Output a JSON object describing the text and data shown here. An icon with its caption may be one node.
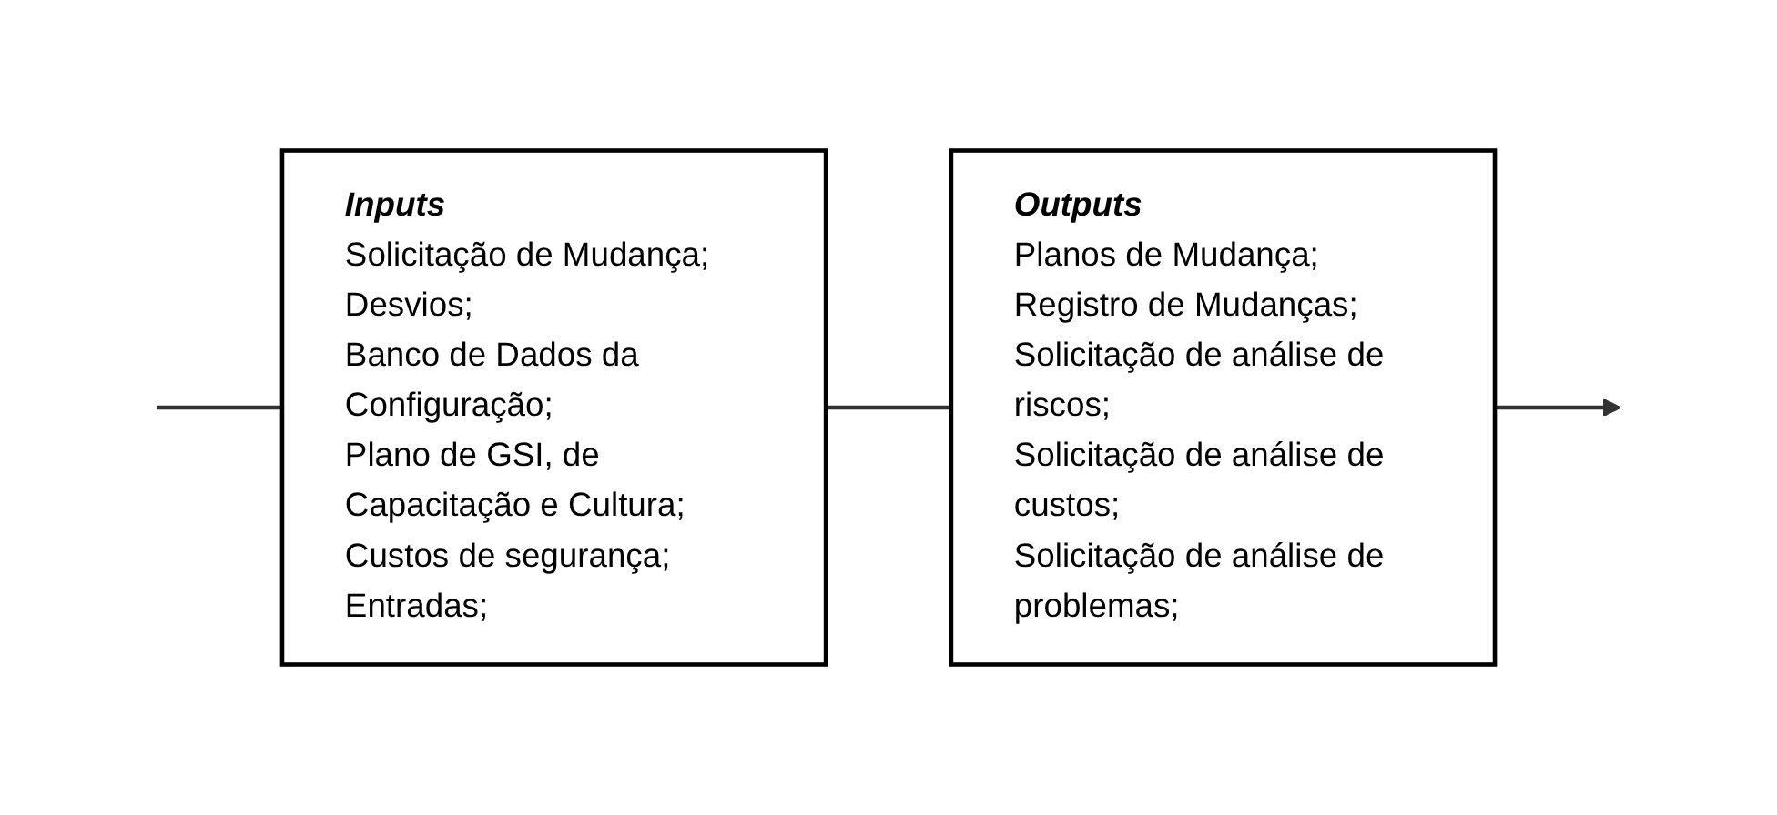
{
  "diagram": {
    "nodes": [
      {
        "text": [
          "Inputs",
          "Solicitação de Mudança;",
          "Desvios;",
          "Banco de Dados da Configuração;",
          "Plano de GSI, de Capacitação e Cultura;",
          "Custos de segurança;",
          "Entradas;"
        ]
      },
      {
        "text": [
          "Outputs",
          "Planos de Mudança;",
          "Registro de Mudanças;",
          "Solicitação de análise de riscos;",
          "Solicitação de análise de custos;",
          "Solicitação de análise de problemas;"
        ]
      }
    ],
    "edges": [
      {
        "from": null,
        "to": 0,
        "arrow": "none"
      },
      {
        "from": 0,
        "to": 1,
        "arrow": "none"
      },
      {
        "from": 1,
        "to": null,
        "arrow": "to"
      }
    ]
  }
}
